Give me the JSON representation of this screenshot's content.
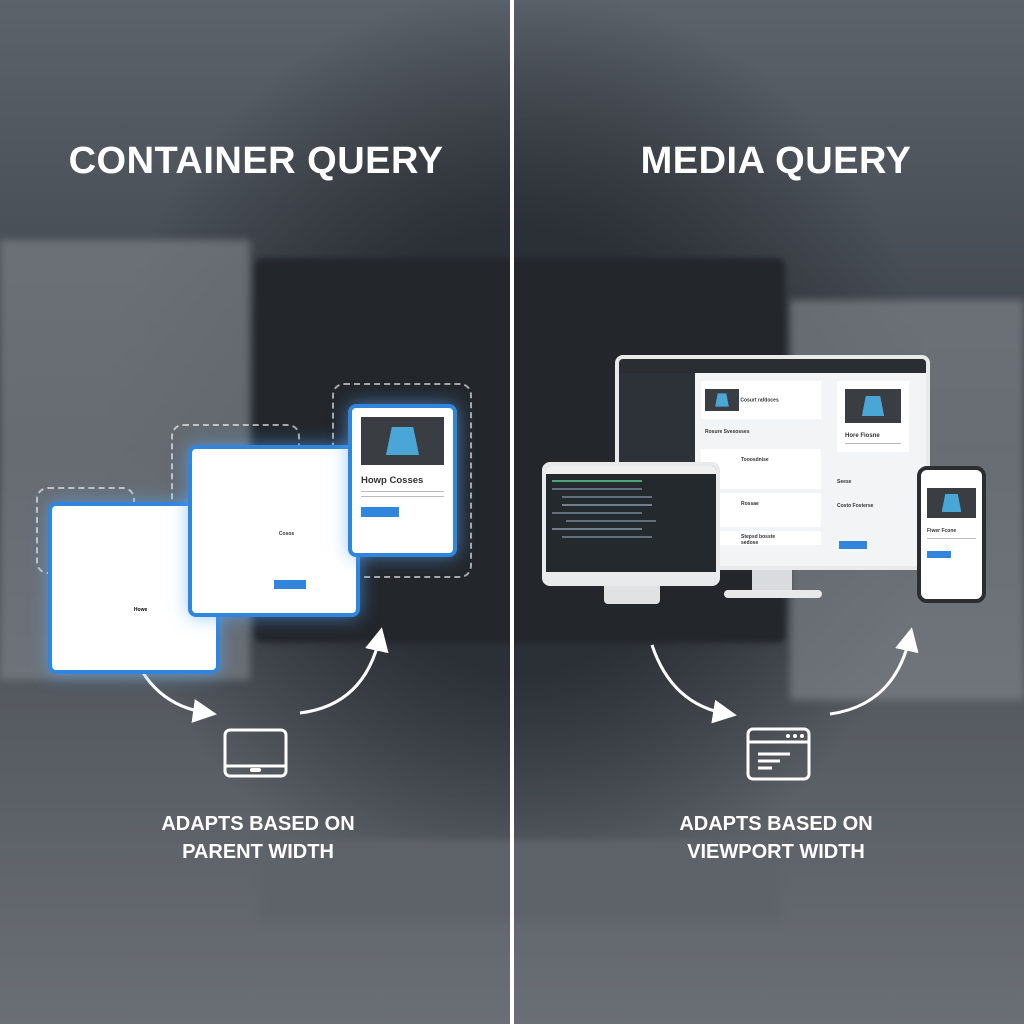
{
  "left": {
    "title": "CONTAINER QUERY",
    "caption_line1": "ADAPTS BASED ON",
    "caption_line2": "PARENT WIDTH",
    "icon": "tablet-icon",
    "cards": [
      {
        "title": "Howe"
      },
      {
        "title": "Cosos"
      },
      {
        "title": "Howp Cosses"
      }
    ]
  },
  "right": {
    "title": "MEDIA QUERY",
    "caption_line1": "ADAPTS BASED ON",
    "caption_line2": "VIEWPORT WIDTH",
    "icon": "browser-window-icon",
    "monitor": {
      "items": [
        "Cosurt rafdoces",
        "Rosure Svesosses",
        "Tooosdnise",
        "Rossae",
        "Stepsd bosste sedose"
      ],
      "side_title": "Hore Fiosne",
      "side_items": [
        "Seese",
        "Costo Fosterse"
      ]
    },
    "phone": {
      "title": "Fiwer Fcone"
    }
  },
  "colors": {
    "accent": "#2f86dc",
    "divider": "#ffffff"
  }
}
